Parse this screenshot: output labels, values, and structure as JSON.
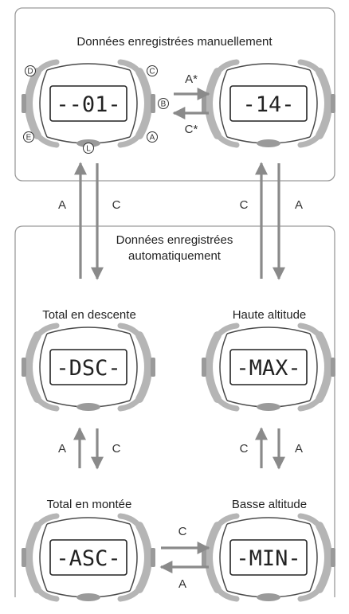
{
  "top_panel": {
    "title": "Données enregistrées manuellement",
    "left_watch": {
      "display": "--01-"
    },
    "right_watch": {
      "display": "-14-"
    },
    "arrow_right_label": "A*",
    "arrow_left_label": "C*",
    "buttons": {
      "d": "D",
      "c": "C",
      "b": "B",
      "e": "E",
      "a": "A",
      "l": "L"
    }
  },
  "between": {
    "left_up": "A",
    "left_down": "C",
    "right_up": "C",
    "right_down": "A"
  },
  "bottom_panel": {
    "title_line1": "Données enregistrées",
    "title_line2": "automatiquement",
    "total_descent": {
      "caption": "Total en descente",
      "display": "-DSC-"
    },
    "high_altitude": {
      "caption": "Haute altitude",
      "display": "-MAX-"
    },
    "mid_left": {
      "up_label": "A",
      "down_label": "C"
    },
    "mid_right": {
      "up_label": "C",
      "down_label": "A"
    },
    "total_ascent": {
      "caption": "Total en montée",
      "display": "-ASC-"
    },
    "low_altitude": {
      "caption": "Basse altitude",
      "display": "-MIN-"
    },
    "bottom_arrow_right_label": "C",
    "bottom_arrow_left_label": "A"
  },
  "colors": {
    "arrow": "#8a8a8a",
    "bezel": "#b5b5b5",
    "frame": "#9a9a9a",
    "text": "#222222"
  }
}
